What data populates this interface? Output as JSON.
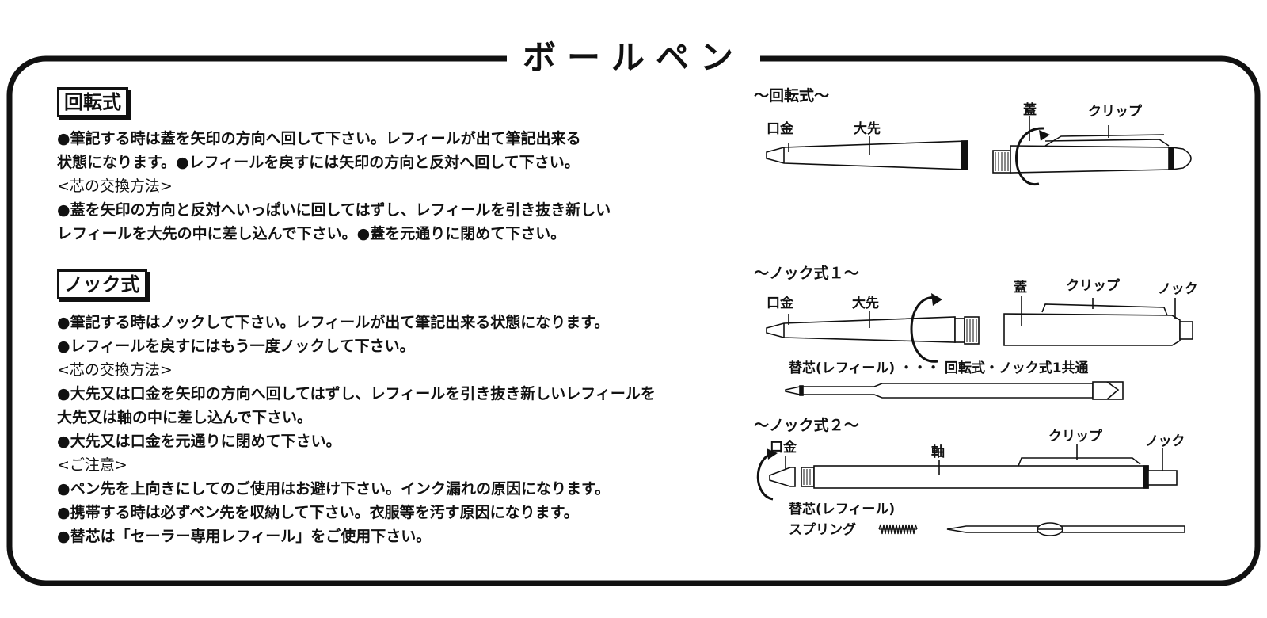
{
  "title": "ボールペン",
  "rotary": {
    "label": "回転式",
    "lines": [
      "●筆記する時は蓋を矢印の方向へ回して下さい。レフィールが出て筆記出来る",
      "状態になります。●レフィールを戻すには矢印の方向と反対へ回して下さい。",
      "<芯の交換方法>",
      "●蓋を矢印の方向と反対へいっぱいに回してはずし、レフィールを引き抜き新しい",
      "レフィールを大先の中に差し込んで下さい。●蓋を元通りに閉めて下さい。"
    ]
  },
  "knock": {
    "label": "ノック式",
    "lines": [
      "●筆記する時はノックして下さい。レフィールが出て筆記出来る状態になります。",
      "●レフィールを戻すにはもう一度ノックして下さい。",
      "<芯の交換方法>",
      "●大先又は口金を矢印の方向へ回してはずし、レフィールを引き抜き新しいレフィールを",
      "大先又は軸の中に差し込んで下さい。",
      "●大先又は口金を元通りに閉めて下さい。",
      "<ご注意>",
      "●ペン先を上向きにしてのご使用はお避け下さい。インク漏れの原因になります。",
      "●携帯する時は必ずペン先を収納して下さい。衣服等を汚す原因になります。",
      "●替芯は「セーラー専用レフィール」をご使用下さい。"
    ]
  },
  "diagrams": {
    "rotary": {
      "heading": "～回転式～",
      "kuchigane": "口金",
      "osaki": "大先",
      "futa": "蓋",
      "clip": "クリップ"
    },
    "knock1": {
      "heading": "～ノック式１～",
      "kuchigane": "口金",
      "osaki": "大先",
      "futa": "蓋",
      "clip": "クリップ",
      "knock": "ノック",
      "refill_note": "替芯(レフィール) ・・・ 回転式・ノック式1共通"
    },
    "knock2": {
      "heading": "～ノック式２～",
      "kuchigane": "口金",
      "jiku": "軸",
      "clip": "クリップ",
      "knock": "ノック",
      "refill": "替芯(レフィール)",
      "spring": "スプリング"
    }
  }
}
